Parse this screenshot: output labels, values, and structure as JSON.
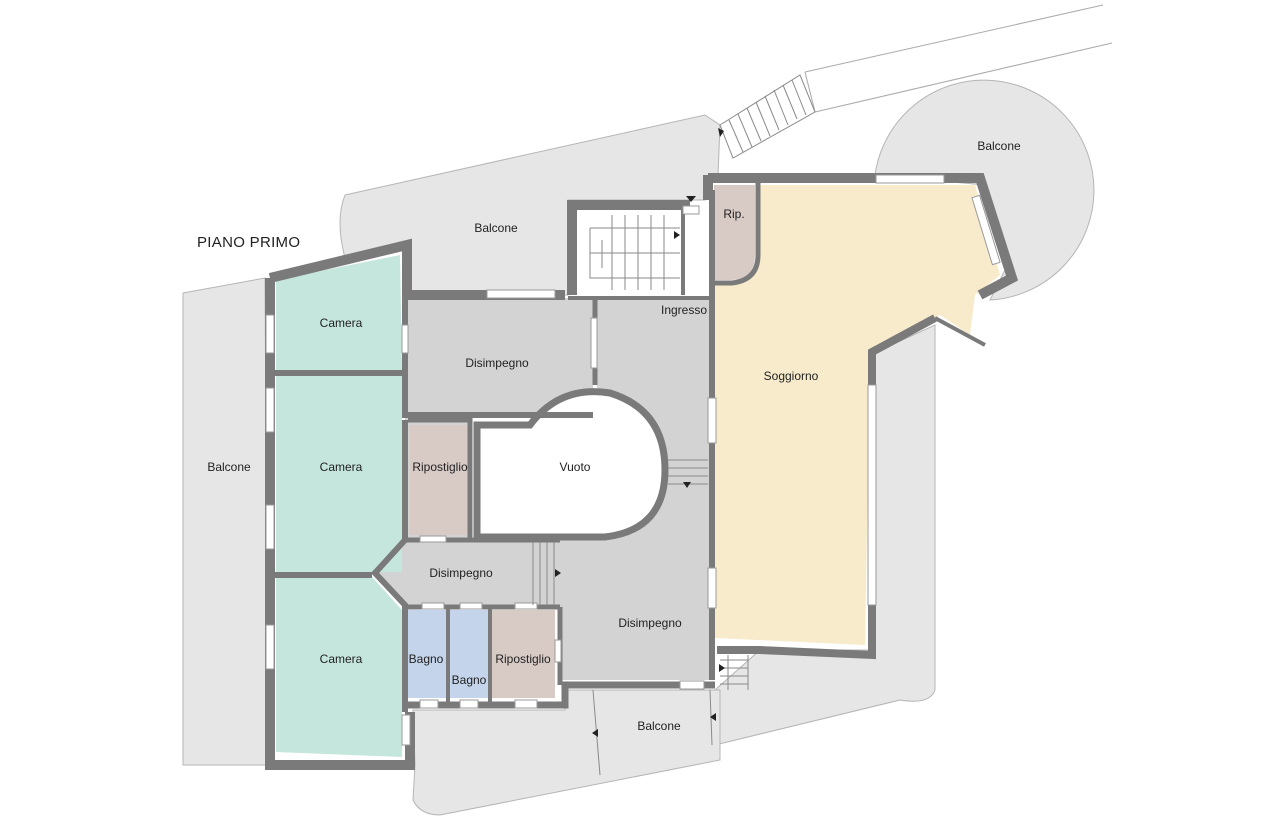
{
  "plan": {
    "title": "PIANO PRIMO",
    "colors": {
      "balcony": "#e6e6e6",
      "circulation": "#d3d3d3",
      "bedroom": "#c5e6dc",
      "bathroom": "#c4d4ea",
      "storage": "#d8cbc6",
      "living": "#f7ebcb",
      "void": "#ffffff",
      "wall": "#7a7a7a"
    },
    "rooms": {
      "balcone_north": "Balcone",
      "balcone_round": "Balcone",
      "balcone_west": "Balcone",
      "balcone_south": "Balcone",
      "camera_1": "Camera",
      "camera_2": "Camera",
      "camera_3": "Camera",
      "disimpegno_north": "Disimpegno",
      "disimpegno_middle": "Disimpegno",
      "disimpegno_south": "Disimpegno",
      "ripostiglio_1": "Ripostiglio",
      "ripostiglio_2": "Ripostiglio",
      "rip": "Rip.",
      "vuoto": "Vuoto",
      "ingresso": "Ingresso",
      "soggiorno": "Soggiorno",
      "bagno_1": "Bagno",
      "bagno_2": "Bagno"
    }
  }
}
